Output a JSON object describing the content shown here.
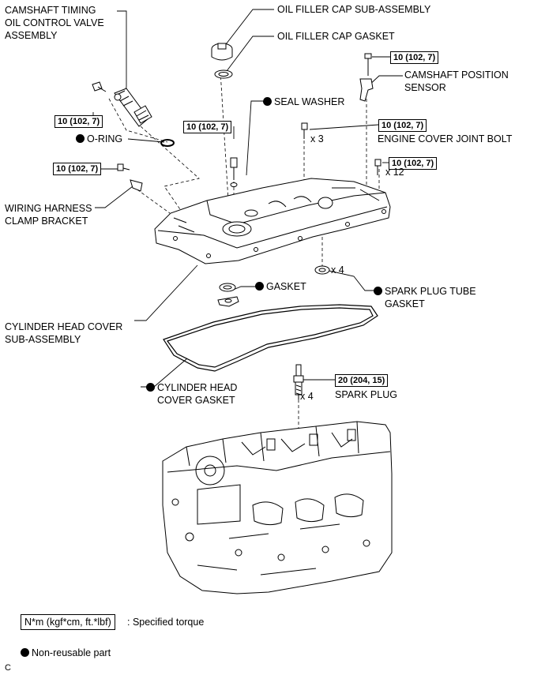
{
  "labels": {
    "camshaft_timing_valve": [
      "CAMSHAFT TIMING",
      "OIL CONTROL VALVE",
      "ASSEMBLY"
    ],
    "oil_filler_cap": "OIL FILLER CAP SUB-ASSEMBLY",
    "oil_filler_gasket": "OIL FILLER CAP GASKET",
    "camshaft_position_sensor": [
      "CAMSHAFT POSITION",
      "SENSOR"
    ],
    "seal_washer": "SEAL WASHER",
    "o_ring": "O-RING",
    "engine_cover_joint_bolt": "ENGINE COVER JOINT BOLT",
    "wiring_harness_clamp": [
      "WIRING HARNESS",
      "CLAMP BRACKET"
    ],
    "gasket": "GASKET",
    "spark_plug_tube_gasket": [
      "SPARK PLUG TUBE",
      "GASKET"
    ],
    "cylinder_head_cover": [
      "CYLINDER HEAD COVER",
      "SUB-ASSEMBLY"
    ],
    "cylinder_head_cover_gasket": [
      "CYLINDER HEAD",
      "COVER GASKET"
    ],
    "spark_plug": "SPARK PLUG"
  },
  "torques": {
    "ocv_bolt": "10 (102, 7)",
    "sensor_bolt": "10 (102, 7)",
    "seal_washer_bolt": "10 (102, 7)",
    "joint_bolt": "10 (102, 7)",
    "clamp_bolt": "10 (102, 7)",
    "cover_bolts": "10 (102, 7)",
    "spark_plug": "20 (204, 15)"
  },
  "quantities": {
    "joint_bolt": "x 3",
    "cover_bolts": "x 12",
    "spark_plug_tube_gasket": "x 4",
    "spark_plug": "x 4"
  },
  "legend": {
    "torque_unit": "N*m (kgf*cm, ft.*lbf)",
    "torque_desc": ": Specified torque",
    "non_reusable": "Non-reusable part"
  },
  "corner_mark": "C"
}
